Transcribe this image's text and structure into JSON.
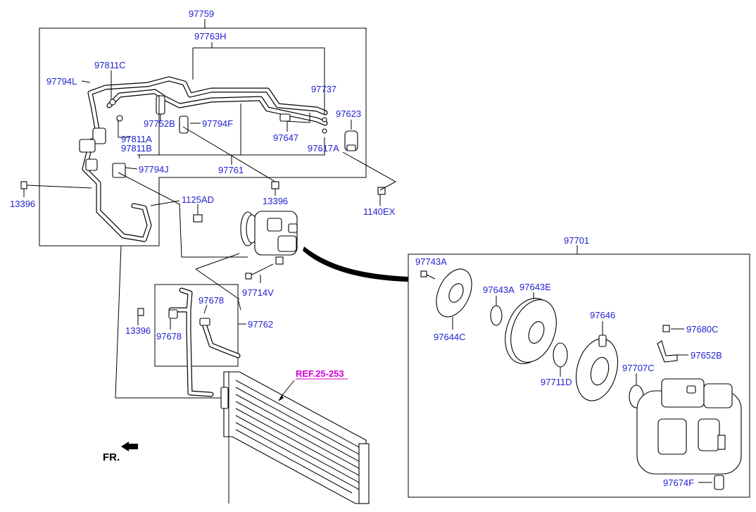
{
  "labels": {
    "p97759": "97759",
    "p97763H": "97763H",
    "p97811C": "97811C",
    "p97794L": "97794L",
    "p97737": "97737",
    "p97623": "97623",
    "p97752B": "97752B",
    "p97794F": "97794F",
    "p97647": "97647",
    "p97811A": "97811A",
    "p97811B": "97811B",
    "p97617A": "97617A",
    "p97794J": "97794J",
    "p97761": "97761",
    "p13396_left": "13396",
    "p13396_mid": "13396",
    "p1125AD": "1125AD",
    "p1140EX": "1140EX",
    "p97701": "97701",
    "p97743A": "97743A",
    "p97643A": "97643A",
    "p97643E": "97643E",
    "p97646": "97646",
    "p97680C": "97680C",
    "p97652B": "97652B",
    "p97644C": "97644C",
    "p97711D": "97711D",
    "p97707C": "97707C",
    "p97714V": "97714V",
    "p97678_top": "97678",
    "p97678_bot": "97678",
    "p97762": "97762",
    "p13396_low": "13396",
    "p97674F": "97674F"
  },
  "reference": "REF.25-253",
  "front_marker": "FR."
}
